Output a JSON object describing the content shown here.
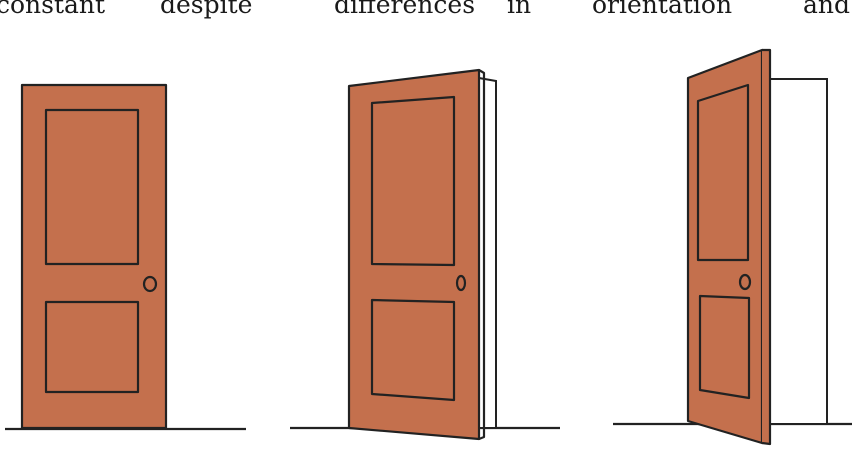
{
  "caption_fragment": {
    "words": [
      "constant",
      "despite",
      "differences",
      "in",
      "orientation",
      "and"
    ]
  },
  "figure": {
    "doors": [
      {
        "name": "closed-door",
        "state": "closed",
        "color": "#c4704d"
      },
      {
        "name": "partly-open-door",
        "state": "partly open",
        "color": "#c4704d"
      },
      {
        "name": "wide-open-door",
        "state": "wide open",
        "color": "#c4704d"
      }
    ],
    "outline_color": "#222222"
  }
}
